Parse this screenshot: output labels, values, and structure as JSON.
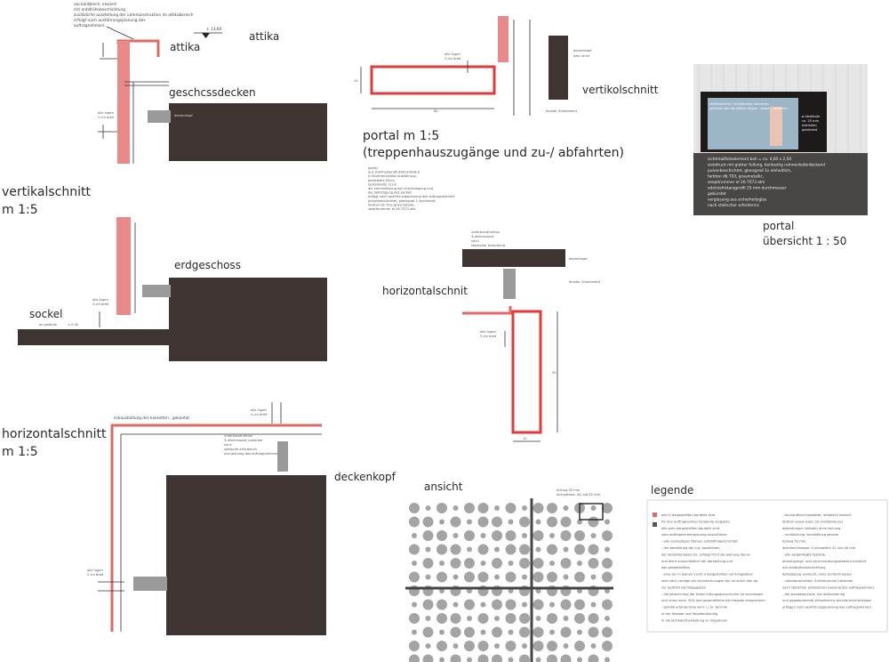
{
  "labels": {
    "vertical_title": "vertikalschnitt",
    "vertical_scale": "m 1:5",
    "attika": "attika",
    "attika2": "attika",
    "geschossdecken": "geschcssdecken",
    "erdgeschoss": "erdgeschoss",
    "sockel": "sockel",
    "level_top": "+ 13,60",
    "level_ground": "± 0,00",
    "ok_gelaende": "ok gelände",
    "horizontal_title": "horizontalschnitt",
    "horizontal_scale": "m 1:5",
    "deckenkopf": "deckenkopf",
    "eckausbildung": "eckausbildung der kassetten , gekantet",
    "portal_title": "portal  m 1:5",
    "portal_subtitle": "(treppenhauszugänge und zu-/ abfahrten)",
    "vertikolschnitt": "vertikolschnitt",
    "horizontalschnit": "horizontalschnit",
    "portal_overview": "portal",
    "portal_overview_scale": "übersicht 1 : 50",
    "ansicht": "ansicht",
    "teilung": "teilung 50 mm",
    "lochgroessen": "lochgrössen 44 und 22 mm",
    "legende": "legende"
  },
  "notes": {
    "alu_kantblech": "alu-kantblech,  eloxiert",
    "antidroehn": "mit antidröhnbeschichtung",
    "zusaetzlich": "zusätzliche ausstellung der unterkonstruktion im attikabereich",
    "ausfuehrung": "erfolgt nach ausführungsplanung des",
    "auftragnehmers": "auftragnehmers.",
    "alle_fugen": "alle fugen",
    "cm_breit": "2 cm breit",
    "alle_fugen_label": "alle fugen",
    "cm_breit_label": "2 cm breit",
    "deckenkopf_small": "deckenkopf",
    "bzw_sturz": "bzw. sturz",
    "fenster_tuerelement": "fenster /türelement",
    "unterkonstruktion": "unterkonstruktion",
    "dreidimensional": "3-dimensional",
    "nach": "nach",
    "statischer_erfordernis": "statischer erfordernis",
    "unterkonstruktion2": "unterkonstruktion",
    "dreidimensional2": "3-dimensional justierbar",
    "nach2": "nach",
    "statische": "statische erfordernis",
    "planung": "und planung des auftragnehmers",
    "deckenkopf_h": "deckenkopf",
    "fenster_h": "fenster /türelement",
    "alle_fugen_h": "alle fugen",
    "cm_breit_h": "2 cm breit",
    "dim_10": "10",
    "dim_80": "80",
    "dim_h": "10",
    "dim_10b": "10",
    "dim_50": "50",
    "dim_15": "15"
  },
  "portal_text": [
    "portal",
    "aus stahlhohlprofil 800x100x8,0",
    "in feuerverzinkter ausführung,",
    "portaltiefe 50cm",
    "portalbreite 11cm",
    "die verminderung der durchbiegung und",
    "die befestigung des portals",
    "erfolgt nach ausführungsplanung des auftragnehmers",
    "pulverbeschichtet, glanzgrad 1 leichtmatt,",
    "farbton db 703, graumetallic,",
    "seepitrummer el 16-7073 alle"
  ],
  "overview_text": [
    "sichtmailfolieelement bxh = ca. 4,60 x 2,50",
    "siebdruck mit glatter fullung, beidseitig rahmenlederdeckend",
    "pulverbeschichtet, glanzgrad 1x einheitlich,",
    "farbton db 703, graumetallic,",
    "seepitrummer el 16-7073 alm",
    "edelstahlstangprofil 25 mm durchmesser",
    "gebürstet",
    "verglasung aus sicherheitsglas",
    "nach statischer erfordernis"
  ],
  "overview_panel": [
    "sichtmailfolie / sichtfenster erkennen",
    "gleichen wie die öffnen folgen , sonst ...erkennen"
  ],
  "overview_side": [
    "ø Abstände",
    "ca. 25 mm",
    "edelstahl,",
    "gebürstet"
  ],
  "legend_left": [
    "alle in dargestellten bauteile sind",
    "für den auftragnehmer bindende vorgaben",
    "alle grau dargestellten bauteile sind",
    "vom  auftragnehmerplanung auszuführen",
    "- alle rückseitigen flächen antidröhnbeschichtet",
    "- die darstellung der o.g. bauteilrsen",
    "  der kassettenlosen etc. erfolgt nicht die planung des ar-",
    "  und dient ausschließlich der darstellung und",
    "  des gestaltwillens",
    "- eine der in planen 13.00 3 dargestellten vorlrungsloben",
    "  wird nach vorlage der lochzeichnungen die an durch den ag",
    "  zur ausführung freigegeben",
    "- die berechnung der freien lüftungsquerschnitte ist vorzulegen,",
    "  und muss mind. 50% des gesamtfläche der fassade entsprechen",
    "- gemäß erforderliche leim- u. ts- technik",
    "  in der fassade und fassadenbündig",
    "  in die lochblechbekleidung zu integrieren"
  ],
  "legend_right": [
    "- alu-kantblech-kassette, lochblech eloxiert",
    "  farbton eloxal asolu 2S (mittelbronze)",
    "  abkantungen (stände) ohne lochung",
    "- rundlochung, lochstellung gerade,",
    "  teilung 50 mm,",
    "  lochdurchmesser 2 lochweiten 22 und 44 mm",
    "- alle vorgehängte fassade,",
    "  einbringungs- und verschraubungsarbeiten montiert",
    "  mit antidröhnbeschichtung",
    "  befestigung verdeckt, ohne sichtschrauben",
    "- unterkonstruktion 3-dimensional justierbar",
    "  nach statischer erfordernis+planung des auftragnehmers",
    "- der wandabschluss, die distanzierung",
    "  und gegebenenfalls erforderliche durchbrüche/einlagen",
    "  erfolgen nach ausführungsplanung des auftragnehmers"
  ],
  "colors": {
    "red": "#e06a6a",
    "dark": "#3e3431",
    "grey": "#9a9a9a"
  }
}
